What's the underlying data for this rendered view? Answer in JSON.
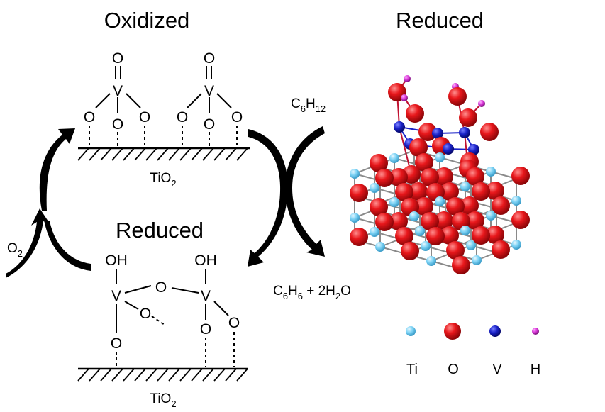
{
  "titles": {
    "oxidized": "Oxidized",
    "reduced_center": "Reduced",
    "reduced_right": "Reduced"
  },
  "oxidized_structure": {
    "v1": "V",
    "v2": "V",
    "o_top1": "O",
    "o_top2": "O",
    "o_l1": "O",
    "o_m1": "O",
    "o_r1": "O",
    "o_l2": "O",
    "o_m2": "O",
    "o_r2": "O",
    "support": "TiO",
    "support_sub": "2"
  },
  "reduced_structure": {
    "oh1": "OH",
    "oh2": "OH",
    "v1": "V",
    "v2": "V",
    "o_bridge": "O",
    "o_dangling": "O",
    "o_low1": "O",
    "o_low2": "O",
    "o_low3": "O",
    "support": "TiO",
    "support_sub": "2"
  },
  "reactants": {
    "cyclohexane": {
      "c": "C",
      "n1": "6",
      "h": "H",
      "n2": "12"
    },
    "oxygen": {
      "o": "O",
      "n": "2"
    },
    "products": {
      "c": "C",
      "n1": "6",
      "h": "H",
      "n2": "6",
      "plus": " + 2H",
      "h2o_sub": "2",
      "o": "O"
    }
  },
  "legend": [
    {
      "symbol": "Ti",
      "color": "#7dd3f5"
    },
    {
      "symbol": "O",
      "color": "#e8171b"
    },
    {
      "symbol": "V",
      "color": "#1a22c8"
    },
    {
      "symbol": "H",
      "color": "#d93ad9"
    }
  ]
}
